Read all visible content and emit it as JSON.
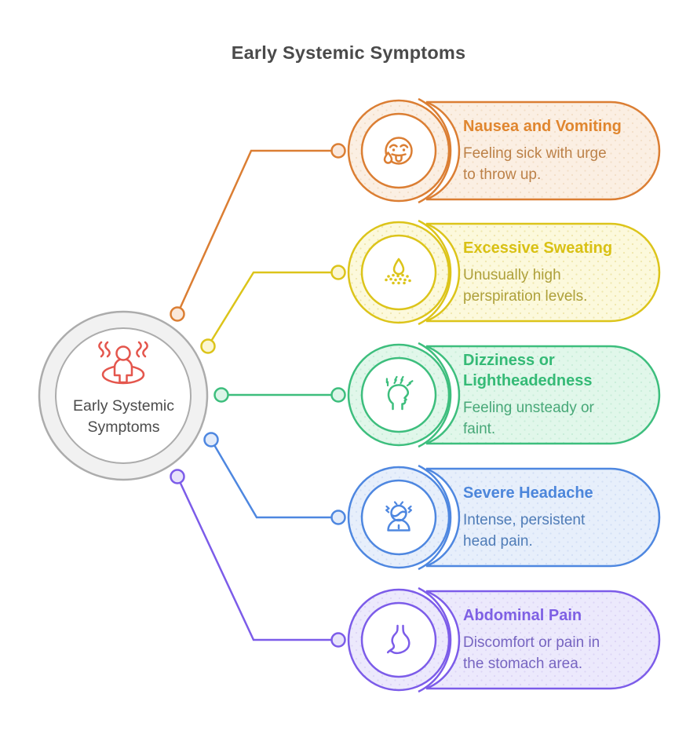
{
  "page": {
    "title": "Early Systemic Symptoms",
    "title_color": "#4A4A4A",
    "background": "#ffffff"
  },
  "hub": {
    "label": "Early Systemic\nSymptoms",
    "label_color": "#4B4B4B",
    "icon": "overheated-person-icon",
    "icon_color": "#E4564D",
    "ring_color": "#ACACAC",
    "ring_fill": "#F1F1F1",
    "inner_fill": "#FFFFFF"
  },
  "items": [
    {
      "title": "Nausea and Vomiting",
      "description": "Feeling sick with urge\nto throw up.",
      "icon": "nauseated-face-icon",
      "color": "#DB7E33",
      "title_color": "#E0862F",
      "desc_color": "#BC8148",
      "fill": "#FBEFE3",
      "dot": "#F2DFC7",
      "node_fill": "#FAE8DB"
    },
    {
      "title": "Excessive Sweating",
      "description": "Unusually high\nperspiration levels.",
      "icon": "sweat-droplet-icon",
      "color": "#DCC41A",
      "title_color": "#D9C114",
      "desc_color": "#AEA03A",
      "fill": "#FCF9DC",
      "dot": "#EFE7AC",
      "node_fill": "#FBF6D2"
    },
    {
      "title": "Dizziness or\nLightheadedness",
      "description": "Feeling unsteady or\nfaint.",
      "icon": "dizzy-head-icon",
      "color": "#3DBE7D",
      "title_color": "#35BA76",
      "desc_color": "#48A878",
      "fill": "#E1F7EA",
      "dot": "#C9EDD9",
      "node_fill": "#DCF5E8"
    },
    {
      "title": "Severe Headache",
      "description": "Intense, persistent\nhead pain.",
      "icon": "headache-person-icon",
      "color": "#4E87E0",
      "title_color": "#4C86DB",
      "desc_color": "#4F7CB7",
      "fill": "#E7EFFB",
      "dot": "#D3E0F5",
      "node_fill": "#E2EBFA"
    },
    {
      "title": "Abdominal Pain",
      "description": "Discomfort or pain in\nthe stomach area.",
      "icon": "stomach-icon",
      "color": "#7C5CE9",
      "title_color": "#7E60E4",
      "desc_color": "#7765C1",
      "fill": "#ECE9FC",
      "dot": "#DCD5F6",
      "node_fill": "#E7E3FA"
    }
  ]
}
